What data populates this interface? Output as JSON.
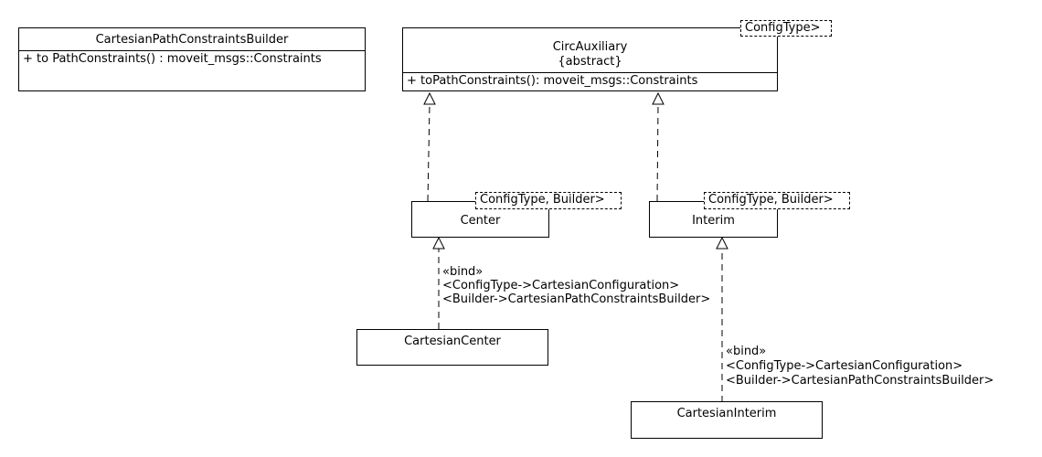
{
  "classes": {
    "builder": {
      "name": "CartesianPathConstraintsBuilder",
      "operation": "+ to PathConstraints() : moveit_msgs::Constraints"
    },
    "circ_auxiliary": {
      "name": "CircAuxiliary",
      "stereotype": "{abstract}",
      "template": "ConfigType>",
      "operation": "+ toPathConstraints(): moveit_msgs::Constraints"
    },
    "center": {
      "name": "Center",
      "template": "ConfigType, Builder>"
    },
    "interim": {
      "name": "Interim",
      "template": "ConfigType, Builder>"
    },
    "cartesian_center": {
      "name": "CartesianCenter"
    },
    "cartesian_interim": {
      "name": "CartesianInterim"
    }
  },
  "bindings": {
    "center": {
      "keyword": "«bind»",
      "config": "<ConfigType->CartesianConfiguration>",
      "builder": "<Builder->CartesianPathConstraintsBuilder>"
    },
    "interim": {
      "keyword": "«bind»",
      "config": "<ConfigType->CartesianConfiguration>",
      "builder": "<Builder->CartesianPathConstraintsBuilder>"
    }
  }
}
